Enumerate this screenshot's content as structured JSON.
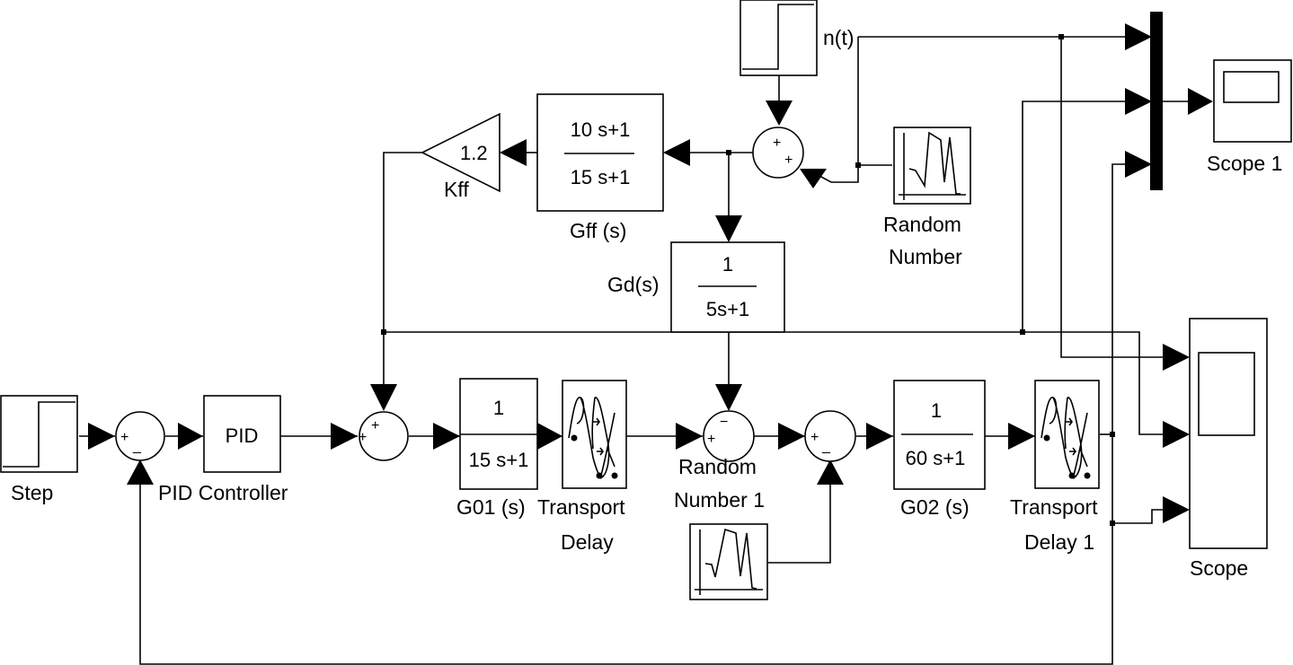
{
  "diagram": {
    "type": "simulink-block-diagram",
    "blocks": {
      "step": {
        "label": "Step",
        "icon": "step-icon"
      },
      "sum_error": {
        "signs": [
          "+",
          "_"
        ]
      },
      "pid": {
        "text": "PID",
        "label": "PID Controller"
      },
      "sum_ff": {
        "signs": [
          "+",
          "+"
        ]
      },
      "g01": {
        "numerator": "1",
        "denominator": "15 s+1",
        "label": "G01 (s)"
      },
      "transport_delay": {
        "label_line1": "Transport",
        "label_line2": "Delay",
        "icon": "transport-delay-icon"
      },
      "sum_dist": {
        "signs": [
          "+",
          "−"
        ]
      },
      "random_number_1": {
        "label_line1": "Random",
        "label_line2": "Number 1",
        "icon": "random-signal-icon"
      },
      "sum_noise": {
        "signs": [
          "+",
          "_"
        ]
      },
      "g02": {
        "numerator": "1",
        "denominator": "60 s+1",
        "label": "G02 (s)"
      },
      "transport_delay_1": {
        "label_line1": "Transport",
        "label_line2": "Delay 1",
        "icon": "transport-delay-icon"
      },
      "scope": {
        "label": "Scope",
        "icon": "scope-icon"
      },
      "kff": {
        "value": "1.2",
        "label": "Kff"
      },
      "gff": {
        "numerator": "10 s+1",
        "denominator": "15 s+1",
        "label": "Gff (s)"
      },
      "gd": {
        "numerator": "1",
        "denominator": "5s+1",
        "label": "Gd(s)"
      },
      "sum_top": {
        "signs": [
          "+",
          "+"
        ]
      },
      "step_nt": {
        "label": "n(t)",
        "icon": "step-icon"
      },
      "random_number": {
        "label_line1": "Random",
        "label_line2": "Number",
        "icon": "random-signal-icon"
      },
      "mux": {
        "inputs": 3
      },
      "scope_1": {
        "label": "Scope 1",
        "icon": "scope-icon"
      }
    },
    "connections": [
      {
        "from": "step",
        "to": "sum_error",
        "port": "+"
      },
      {
        "from": "sum_error",
        "to": "pid"
      },
      {
        "from": "pid",
        "to": "sum_ff",
        "port": "+"
      },
      {
        "from": "kff",
        "to": "sum_ff",
        "port": "+"
      },
      {
        "from": "sum_ff",
        "to": "g01"
      },
      {
        "from": "g01",
        "to": "transport_delay"
      },
      {
        "from": "transport_delay",
        "to": "sum_dist",
        "port": "+"
      },
      {
        "from": "gd",
        "to": "sum_dist",
        "port": "-"
      },
      {
        "from": "sum_dist",
        "to": "sum_noise",
        "port": "+"
      },
      {
        "from": "random_number_1",
        "to": "sum_noise",
        "port": "-"
      },
      {
        "from": "sum_noise",
        "to": "g02"
      },
      {
        "from": "g02",
        "to": "transport_delay_1"
      },
      {
        "from": "transport_delay_1",
        "to": "sum_error",
        "port": "-"
      },
      {
        "from": "transport_delay_1",
        "to": "scope",
        "port": 2
      },
      {
        "from": "transport_delay_1",
        "to": "scope",
        "port": 3
      },
      {
        "from": "transport_delay_1",
        "to": "mux",
        "port": 3
      },
      {
        "from": "step_nt",
        "to": "sum_top",
        "port": "+"
      },
      {
        "from": "random_number",
        "to": "sum_top",
        "port": "+"
      },
      {
        "from": "sum_top",
        "to": "gff"
      },
      {
        "from": "sum_top",
        "to": "gd"
      },
      {
        "from": "gff",
        "to": "kff"
      },
      {
        "from": "step_nt",
        "to": "mux",
        "port": 1
      },
      {
        "from": "step_nt",
        "to": "scope",
        "port": 1
      },
      {
        "from": "kff",
        "to": "mux",
        "port": 2
      },
      {
        "from": "mux",
        "to": "scope_1"
      }
    ]
  }
}
